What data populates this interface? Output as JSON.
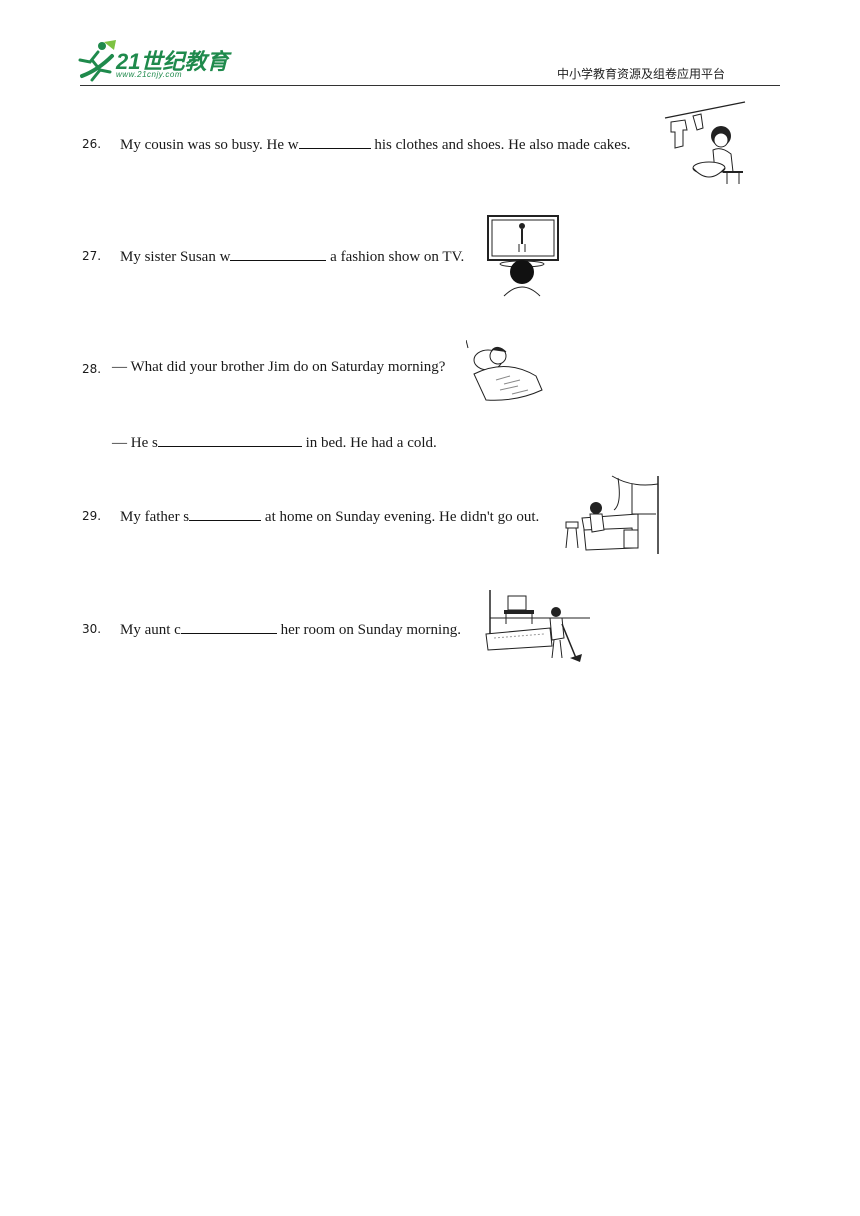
{
  "header": {
    "logo_text": "21世纪教育",
    "logo_url": "www.21cnjy.com",
    "platform": "中小学教育资源及组卷应用平台"
  },
  "questions": [
    {
      "num": "26.",
      "before": "My cousin was so busy. He w",
      "after": " his clothes and shoes. He also made cakes."
    },
    {
      "num": "27.",
      "before": "My sister Susan w",
      "after": " a fashion show on TV."
    },
    {
      "num": "28.",
      "before": "— What did your brother Jim do on Saturday morning?",
      "after": ""
    },
    {
      "num": "",
      "before": "— He s",
      "after": " in bed. He had a cold."
    },
    {
      "num": "29.",
      "before": "My father s",
      "after": " at home on Sunday evening. He didn't go out."
    },
    {
      "num": "30.",
      "before": "My aunt c",
      "after": " her room on Sunday morning."
    }
  ],
  "icons": {
    "q26": "washing-clothes-icon",
    "q27": "watching-tv-icon",
    "q28": "sick-in-bed-icon",
    "q29": "sitting-on-sofa-icon",
    "q30": "vacuuming-room-icon"
  }
}
